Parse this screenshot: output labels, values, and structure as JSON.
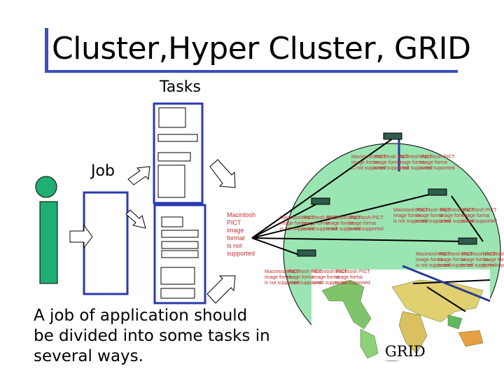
{
  "title": "Cluster,Hyper Cluster, GRID",
  "labels": {
    "tasks": "Tasks",
    "job": "Job",
    "grid": "GRID"
  },
  "note": "A job of application should be divided into some tasks in several ways.",
  "placeholder_text": "Macintosh PICT image format is not supported",
  "colors": {
    "accent": "#3a4fbf",
    "person": "#1fae73",
    "globe": "#9be5b3",
    "frame": "#2b39b0",
    "placeholder": "#c03030"
  }
}
